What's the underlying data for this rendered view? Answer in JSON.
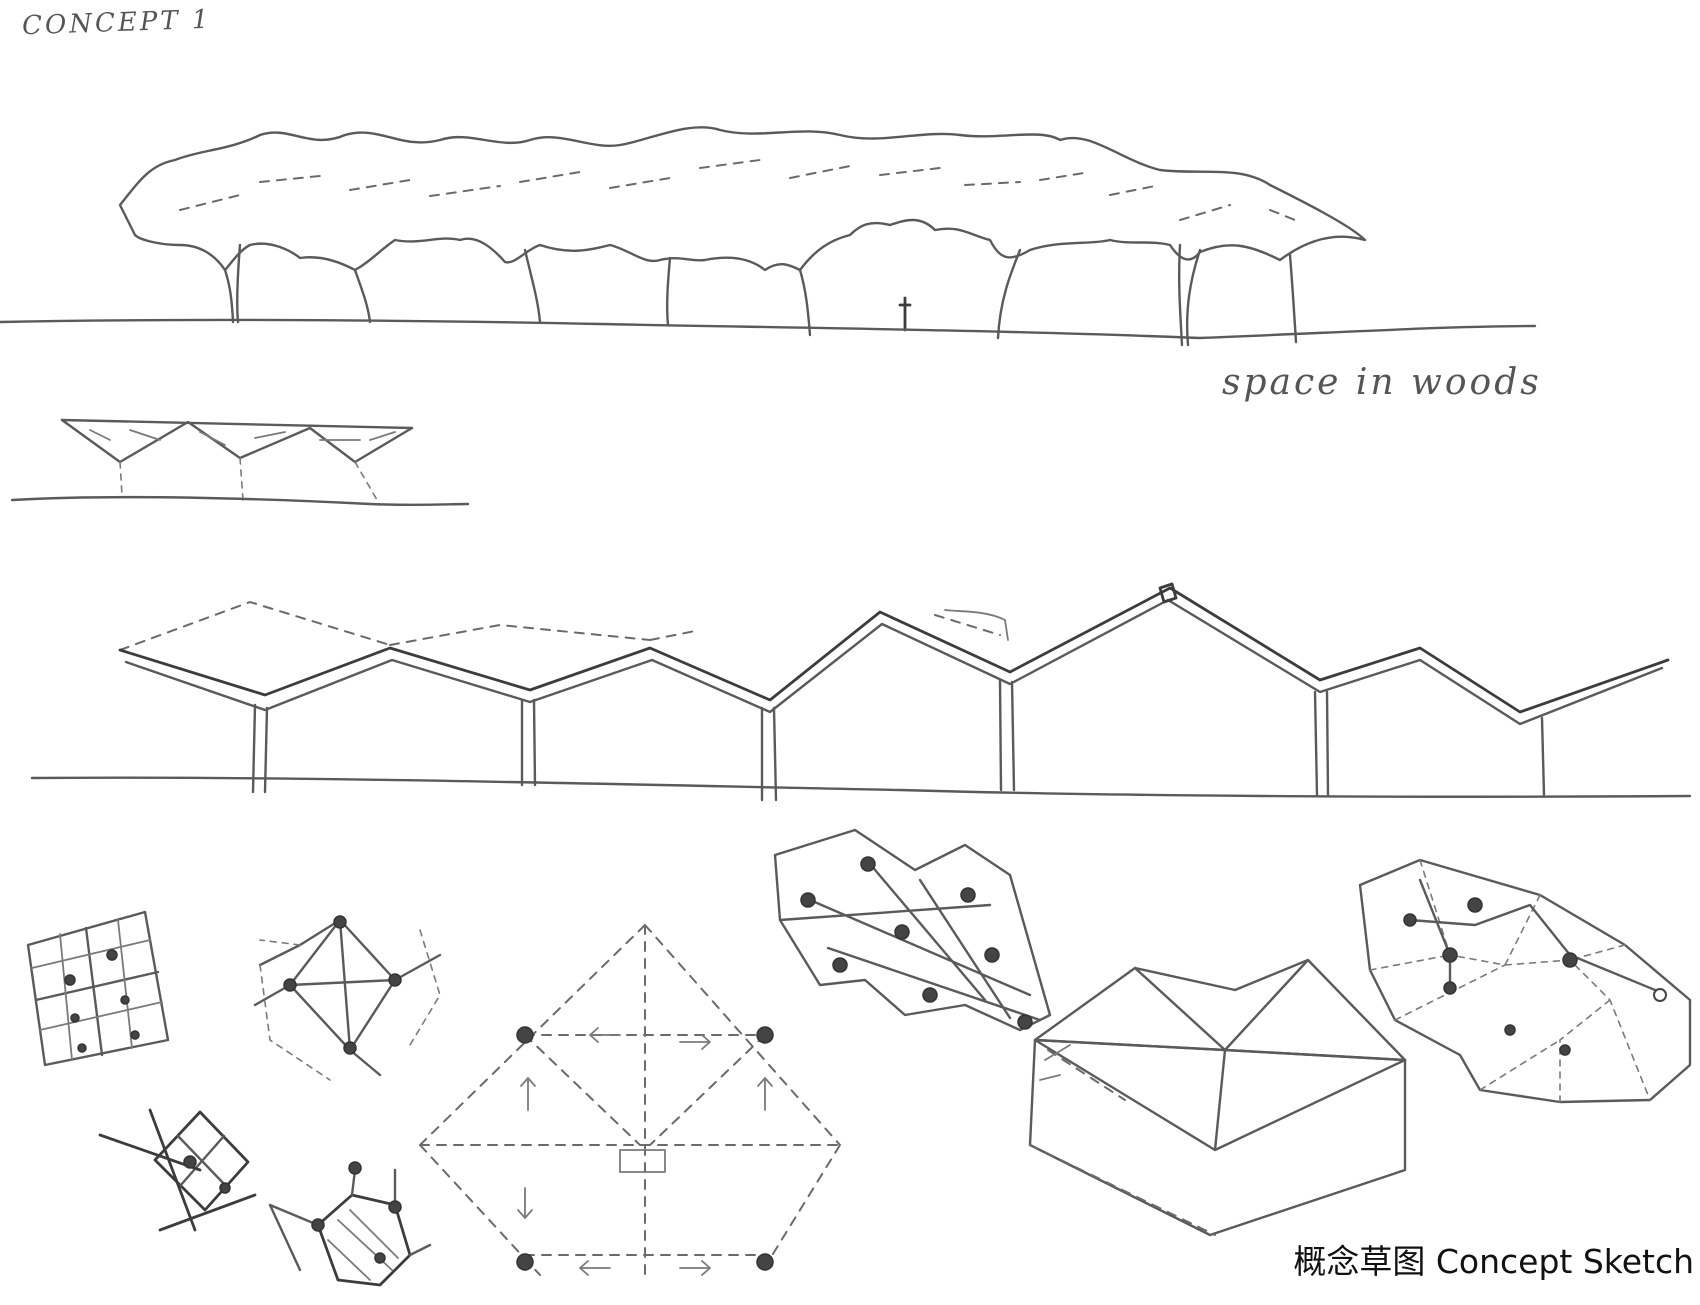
{
  "sketch_title": "CONCEPT 1",
  "annotation": "space in woods",
  "caption": "概念草图 Concept Sketch"
}
